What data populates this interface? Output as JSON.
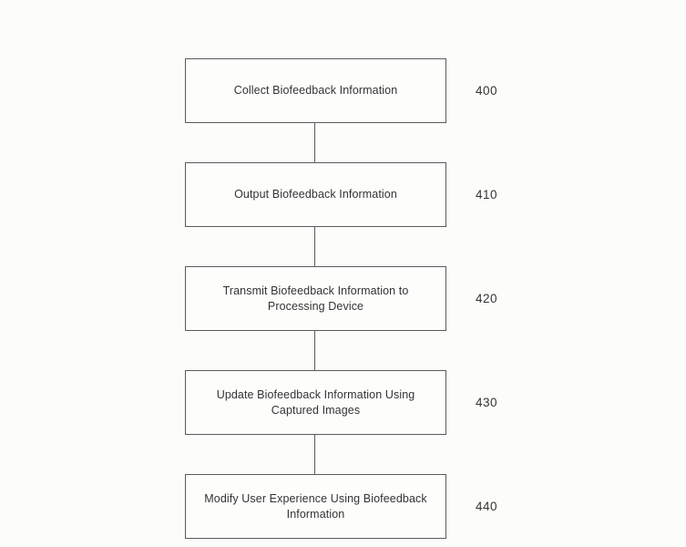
{
  "diagram": {
    "type": "flowchart",
    "direction": "top-to-bottom",
    "steps": [
      {
        "text": "Collect Biofeedback Information",
        "ref": "400"
      },
      {
        "text": "Output Biofeedback Information",
        "ref": "410"
      },
      {
        "text": "Transmit Biofeedback Information to Processing Device",
        "ref": "420"
      },
      {
        "text": "Update Biofeedback Information Using Captured Images",
        "ref": "430"
      },
      {
        "text": "Modify User Experience Using Biofeedback Information",
        "ref": "440"
      }
    ],
    "colors": {
      "background": "#fcfcfa",
      "box_border": "#5b5b5b",
      "text": "#333333",
      "connector": "#5b5b5b"
    }
  }
}
